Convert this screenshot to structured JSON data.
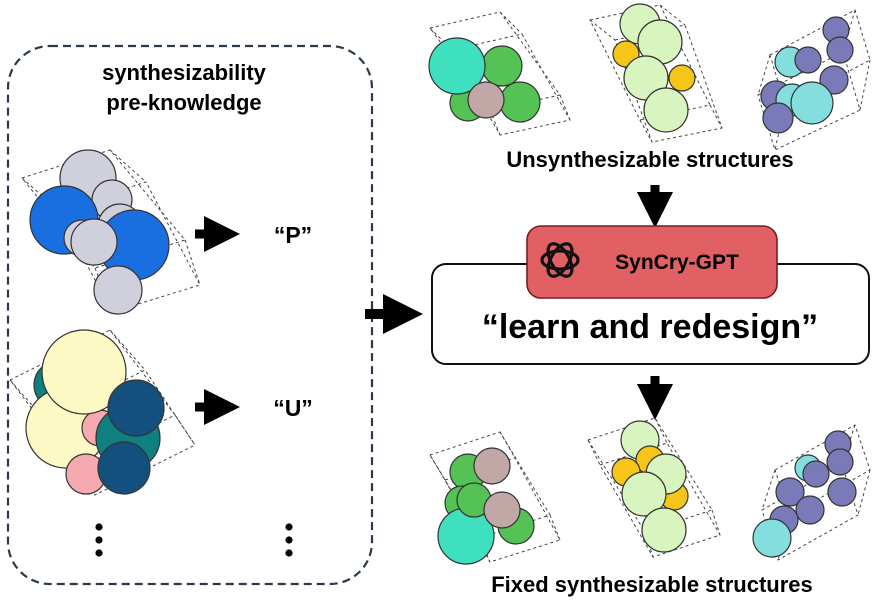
{
  "left_panel": {
    "title_line1": "synthesizability",
    "title_line2": "pre-knowledge",
    "label_p": "“P”",
    "label_u": "“U”"
  },
  "unsynth_label": "Unsynthesizable structures",
  "fixed_label": "Fixed synthesizable structures",
  "model": {
    "name": "SynCry-GPT",
    "tagline": "“learn and redesign”",
    "logo_icon": "openai-knot-icon"
  },
  "colors": {
    "model_badge_fill": "#e06063",
    "model_badge_stroke": "#7a1c1c",
    "frame_dashes": "#444444",
    "sphere_teal_light": "#3fe0c0",
    "sphere_green": "#55c255",
    "sphere_mauve": "#c2a7a7",
    "sphere_pale_green": "#d8f5c0",
    "sphere_yellow": "#f5c518",
    "sphere_lavender_blue": "#7a7ab8",
    "sphere_cyan": "#84dede",
    "sphere_blue": "#1a6fe0",
    "sphere_grey": "#cfd0dc",
    "sphere_cream": "#fdf9c4",
    "sphere_pink": "#f6aab0",
    "sphere_dark_teal": "#0f7f7f",
    "sphere_navy": "#14507e"
  }
}
